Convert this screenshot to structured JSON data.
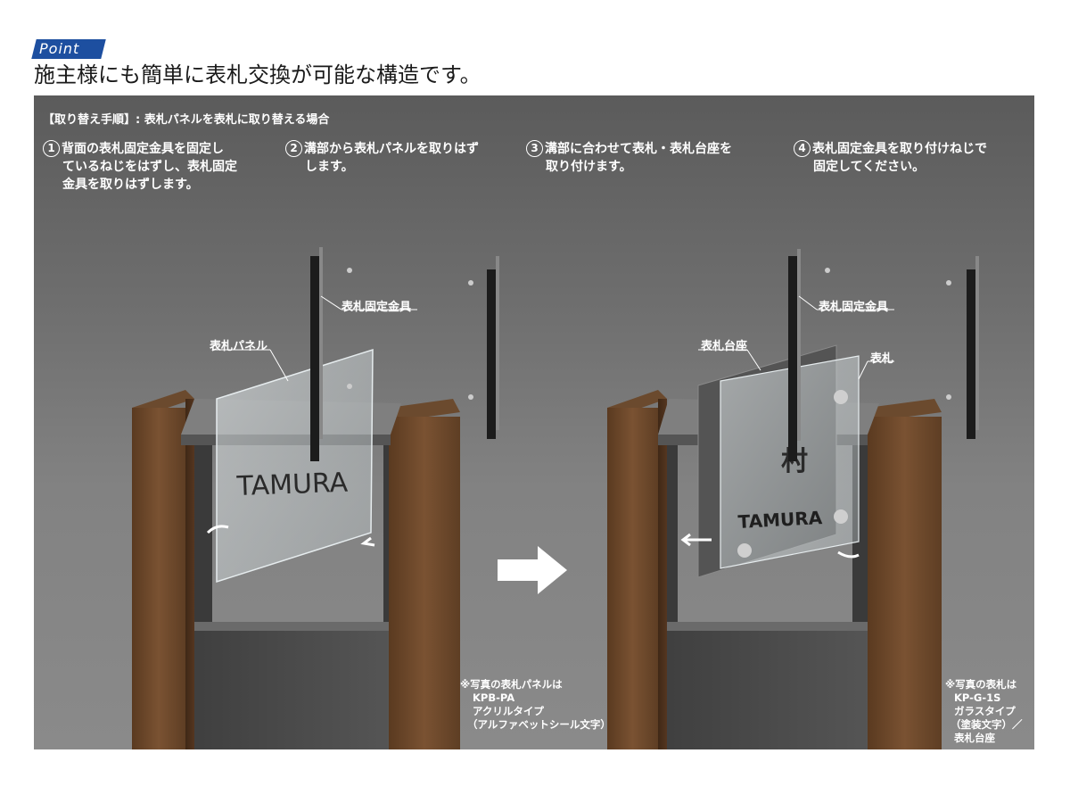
{
  "header": {
    "badge": "Point",
    "headline": "施主様にも簡単に表札交換が可能な構造です。"
  },
  "panel": {
    "title": "【取り替え手順】: 表札パネルを表札に取り替える場合",
    "steps": [
      {
        "num": "1",
        "lines": [
          "背面の表札固定金具を固定し",
          "ているねじをはずし、表札固定",
          "金具を取りはずします。"
        ]
      },
      {
        "num": "2",
        "lines": [
          "溝部から表札パネルを取りはず",
          "します。"
        ]
      },
      {
        "num": "3",
        "lines": [
          "溝部に合わせて表札・表札台座を",
          "取り付けます。"
        ]
      },
      {
        "num": "4",
        "lines": [
          "表札固定金具を取り付けねじで",
          "固定してください。"
        ]
      }
    ],
    "labels": {
      "left_bracket": "表札固定金具",
      "left_panel": "表札パネル",
      "right_bracket": "表札固定金具",
      "right_base": "表札台座",
      "right_plate": "表札"
    },
    "plate_text_left": "TAMURA",
    "plate_text_right": "TAMURA",
    "plate_kanji_right": "村",
    "notes": {
      "left": [
        "※写真の表札パネルは",
        "KPB-PA",
        "アクリルタイプ",
        "（アルファベットシール文字）"
      ],
      "right": [
        "※写真の表札は",
        "KP-G-1S",
        "ガラスタイプ",
        "（塗装文字）／",
        "表札台座"
      ]
    }
  },
  "colors": {
    "badge_blue": "#1d4fa0",
    "panel_bg": "#6d6d6d",
    "wood": "#6e4a2c",
    "metal": "#4a4a4a"
  }
}
